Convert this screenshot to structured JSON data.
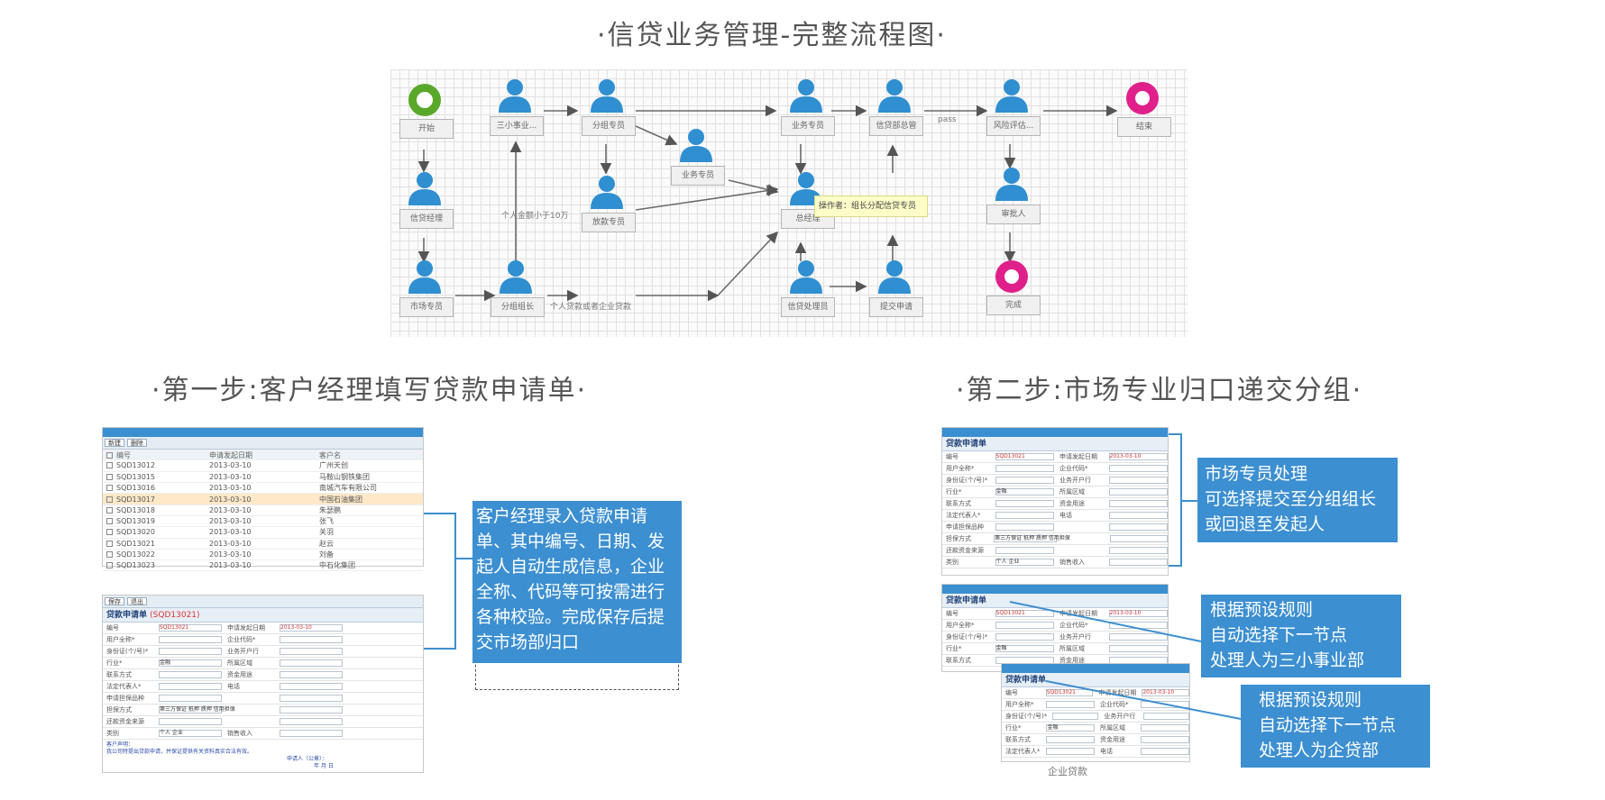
{
  "headings": {
    "main": "·信贷业务管理-完整流程图·",
    "step1": "·第一步:客户经理填写贷款申请单·",
    "step2": "·第二步:市场专业归口递交分组·"
  },
  "flow": {
    "start": "开始",
    "end": "结束",
    "done": "完成",
    "nodes": [
      "三小事业...",
      "分组专员",
      "信贷经理",
      "放款专员",
      "市场专员",
      "分组组长",
      "业务专员",
      "信贷部总管",
      "风险评估...",
      "审批人",
      "提交申请",
      "信贷处理员",
      "总经理"
    ],
    "tooltip": "操作者：组长分配信贷专员",
    "edge_labels": [
      "个人金额小于10万",
      "个人贷款或者企业贷款",
      "pass"
    ],
    "colors": {
      "start": "#5aa82a",
      "end": "#e0208a",
      "person": "#2f8fd0"
    }
  },
  "list_screen": {
    "toolbar": [
      "新建",
      "删除"
    ],
    "columns": [
      "编号",
      "申请发起日期",
      "客户名"
    ],
    "rows": [
      [
        "SQD13012",
        "2013-03-10",
        "广州天创"
      ],
      [
        "SQD13015",
        "2013-03-10",
        "马鞍山钢铁集团"
      ],
      [
        "SQD13016",
        "2013-03-10",
        "南城汽车有限公司"
      ],
      [
        "SQD13017",
        "2013-03-10",
        "中国石油集团"
      ],
      [
        "SQD13018",
        "2013-03-10",
        "朱瑟鹏"
      ],
      [
        "SQD13019",
        "2013-03-10",
        "张飞"
      ],
      [
        "SQD13020",
        "2013-03-10",
        "关羽"
      ],
      [
        "SQD13021",
        "2013-03-10",
        "赵云"
      ],
      [
        "SQD13022",
        "2013-03-10",
        "刘备"
      ],
      [
        "SQD13023",
        "2013-03-10",
        "中石化集团"
      ]
    ],
    "selected_row": 3
  },
  "form_screen": {
    "toolbar": [
      "保存",
      "退出"
    ],
    "form_title": "贷款申请单",
    "form_id": "(SQD13021)",
    "fields": [
      [
        "编号",
        "SQD13021",
        "申请发起日期",
        "2013-03-10"
      ],
      [
        "用户全称*",
        "",
        "企业代码*",
        ""
      ],
      [
        "身份证(个/号)*",
        "",
        "业务开户行",
        ""
      ],
      [
        "行业*",
        "金融",
        "所属区域",
        ""
      ],
      [
        "联系方式",
        "",
        "资金用途",
        ""
      ],
      [
        "法定代表人*",
        "",
        "电话",
        ""
      ],
      [
        "申请担保品种",
        "",
        "",
        ""
      ],
      [
        "担保方式",
        "第三方保证 抵押 质押 信用担保",
        "",
        ""
      ],
      [
        "还款资金来源",
        "",
        "",
        ""
      ],
      [
        "类别",
        "个人 企业",
        "销售收入",
        ""
      ]
    ],
    "note_line1": "客户声明：",
    "note_line2": "我公司特提出贷款申请，并保证提供有关资料真实合法有效。",
    "sign": "申请人（公章）：",
    "date": "年 月 日"
  },
  "notes": {
    "step1": "客户经理录入贷款申请单、其中编号、日期、发起人自动生成信息，企业全称、代码等可按需进行各种校验。完成保存后提交市场部归口",
    "step2_a": [
      "市场专员处理",
      "可选择提交至分组组长",
      "或回退至发起人"
    ],
    "step2_b": [
      "根据预设规则",
      "自动选择下一节点",
      "处理人为三小事业部"
    ],
    "step2_c": [
      "根据预设规则",
      "自动选择下一节点",
      "处理人为企贷部"
    ]
  },
  "caption": "企业贷款"
}
